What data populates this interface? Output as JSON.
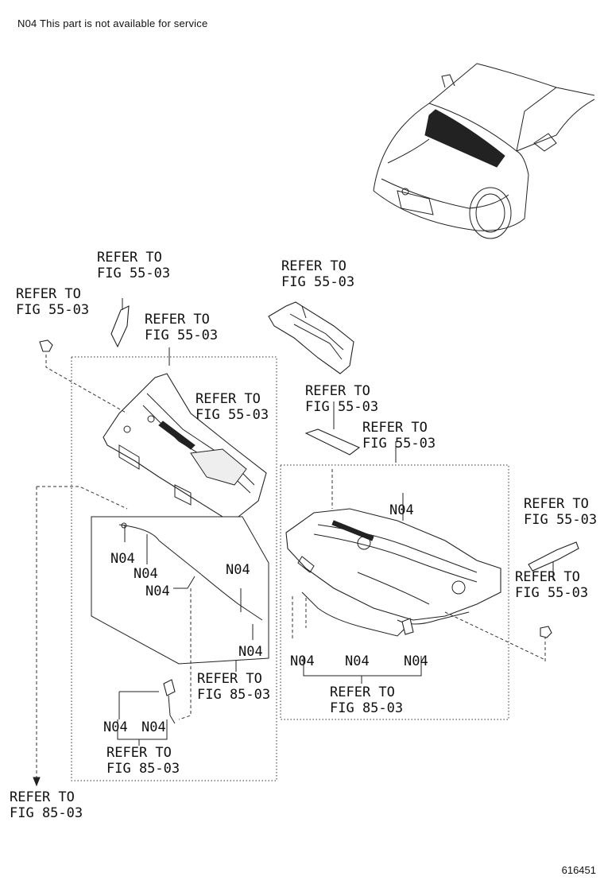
{
  "header_note": "N04 This part is not available for service",
  "diagram_code": "616451",
  "callouts": {
    "refer_to": "REFER TO",
    "fig_55_03": "FIG 55-03",
    "fig_85_03": "FIG 85-03",
    "n04": "N04"
  }
}
